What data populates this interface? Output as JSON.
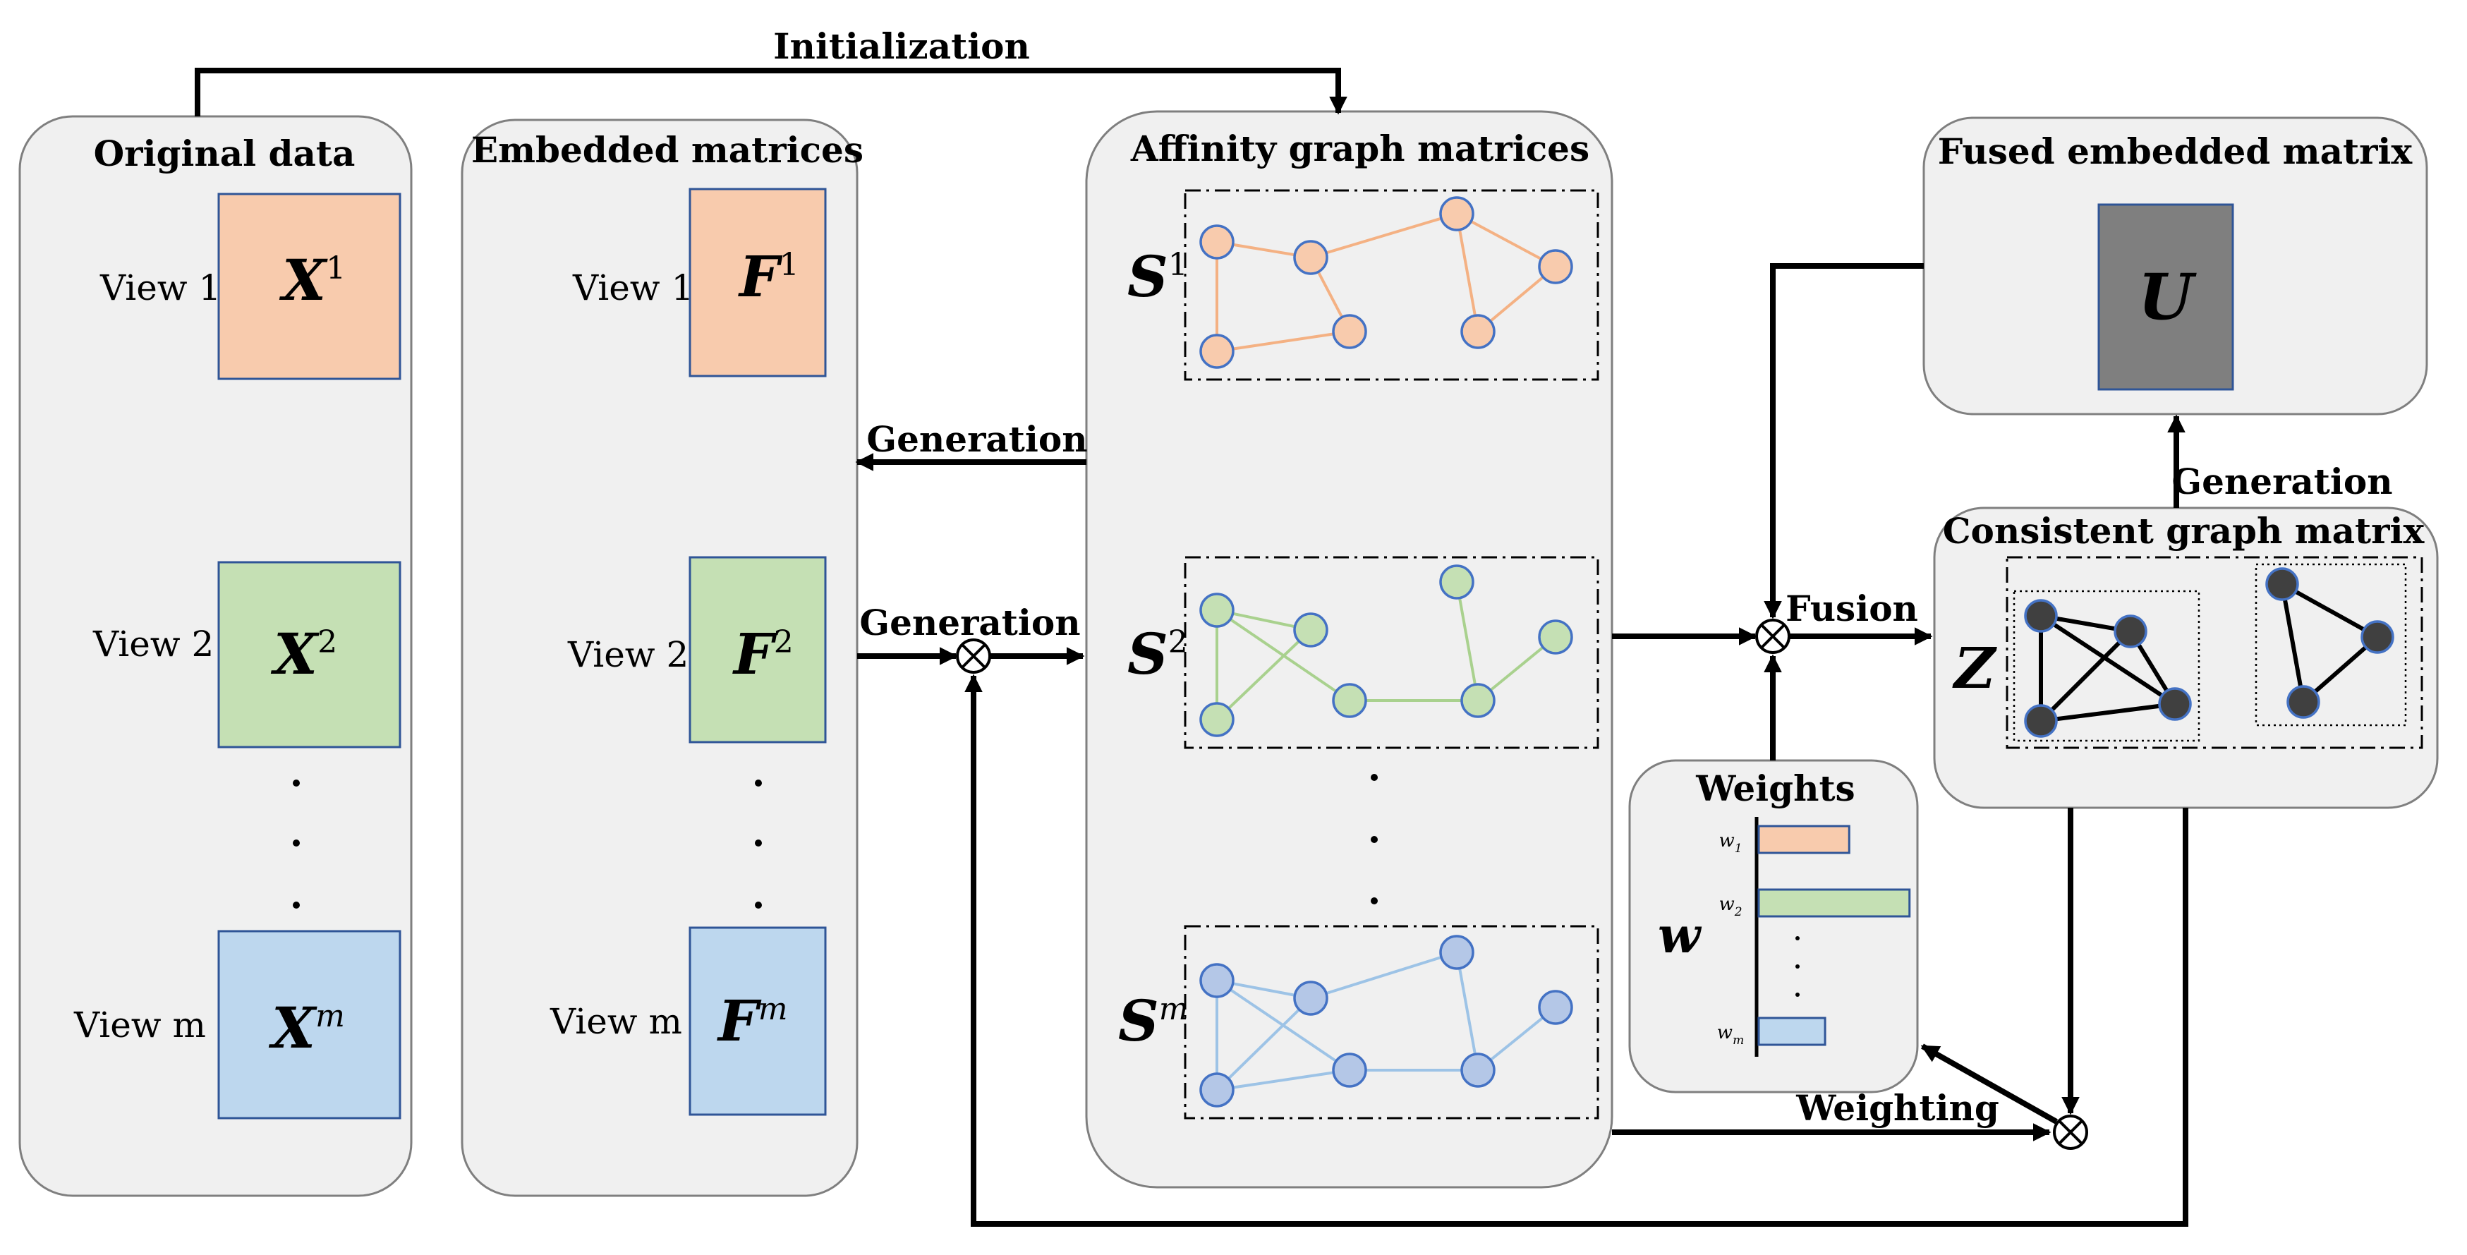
{
  "flow_labels": {
    "initialization": "Initialization",
    "generation_top": "Generation",
    "generation_mid": "Generation",
    "generation_right": "Generation",
    "fusion": "Fusion",
    "weighting": "Weighting"
  },
  "original_data": {
    "title": "Original data",
    "views": [
      {
        "label": "View 1",
        "symbol": "X",
        "sup": "1"
      },
      {
        "label": "View 2",
        "symbol": "X",
        "sup": "2"
      },
      {
        "label": "View m",
        "symbol": "X",
        "sup": "m"
      }
    ]
  },
  "embedded": {
    "title": "Embedded matrices",
    "views": [
      {
        "label": "View 1",
        "symbol": "F",
        "sup": "1"
      },
      {
        "label": "View 2",
        "symbol": "F",
        "sup": "2"
      },
      {
        "label": "View m",
        "symbol": "F",
        "sup": "m"
      }
    ]
  },
  "affinity": {
    "title": "Affinity graph matrices",
    "graphs": [
      {
        "symbol": "S",
        "sup": "1"
      },
      {
        "symbol": "S",
        "sup": "2"
      },
      {
        "symbol": "S",
        "sup": "m"
      }
    ]
  },
  "fused": {
    "title": "Fused embedded matrix",
    "symbol": "U"
  },
  "consistent": {
    "title": "Consistent graph matrix",
    "symbol": "Z"
  },
  "weights": {
    "title": "Weights",
    "symbol": "w",
    "bars": [
      {
        "label": "w",
        "sub": "1",
        "value": 0.45
      },
      {
        "label": "w",
        "sub": "2",
        "value": 0.75
      },
      {
        "label": "w",
        "sub": "m",
        "value": 0.33
      }
    ]
  },
  "colors": {
    "view1": "#f8cbad",
    "view2": "#c5e0b4",
    "viewm": "#bdd7ee",
    "node1": "#f8cbad",
    "node2": "#c5e0b4",
    "nodem": "#b4c7e7",
    "edge1": "#f4b183",
    "edge2": "#a9d18e",
    "edgem": "#9dc3e6",
    "node_stroke": "#4472c4",
    "matrix_stroke": "#2f5597",
    "fused_fill": "#7f7f7f",
    "consistent_node": "#404040"
  }
}
